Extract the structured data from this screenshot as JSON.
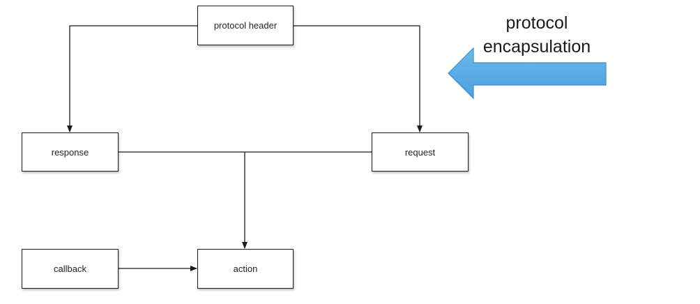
{
  "diagram": {
    "nodes": {
      "protocol_header": "protocol header",
      "response": "response",
      "request": "request",
      "callback": "callback",
      "action": "action"
    },
    "side_label": {
      "line1": "protocol",
      "line2": "encapsulation"
    },
    "edges": [
      {
        "from": "protocol header",
        "to": "response"
      },
      {
        "from": "protocol header",
        "to": "request"
      },
      {
        "from": "response",
        "to": "action"
      },
      {
        "from": "request",
        "to": "action"
      },
      {
        "from": "callback",
        "to": "action"
      }
    ]
  },
  "colors": {
    "arrow_fill": "#55a8e3",
    "arrow_stroke": "#3f8ed0",
    "line": "#1a1a1a"
  }
}
